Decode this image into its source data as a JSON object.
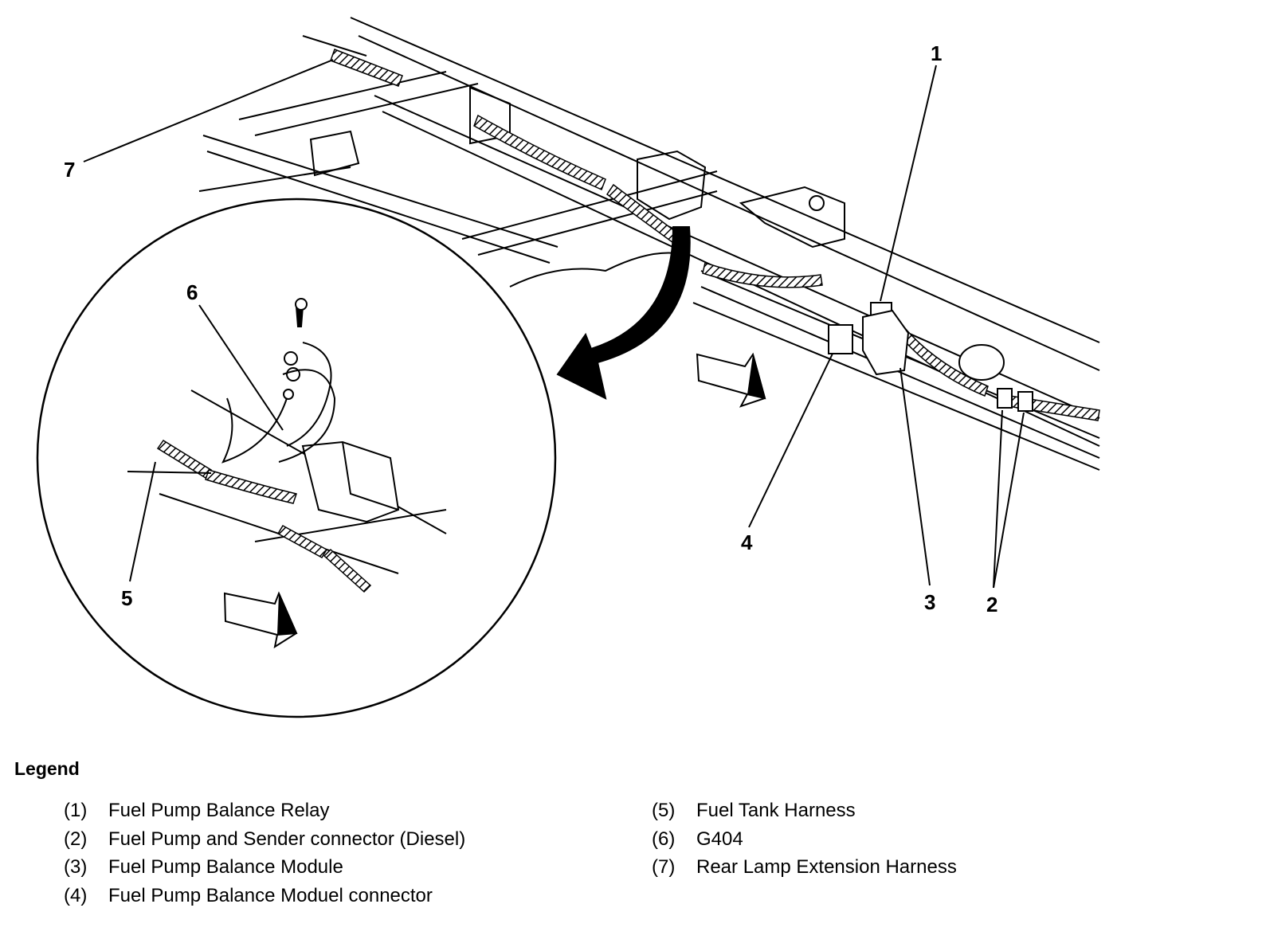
{
  "callouts": {
    "c1": "1",
    "c2": "2",
    "c3": "3",
    "c4": "4",
    "c5": "5",
    "c6": "6",
    "c7": "7"
  },
  "legend": {
    "title": "Legend",
    "left": [
      {
        "num": "(1)",
        "text": "Fuel Pump Balance Relay"
      },
      {
        "num": "(2)",
        "text": "Fuel Pump and Sender connector (Diesel)"
      },
      {
        "num": "(3)",
        "text": "Fuel Pump Balance Module"
      },
      {
        "num": "(4)",
        "text": "Fuel Pump Balance Moduel connector"
      }
    ],
    "right": [
      {
        "num": "(5)",
        "text": "Fuel Tank Harness"
      },
      {
        "num": "(6)",
        "text": "G404"
      },
      {
        "num": "(7)",
        "text": "Rear Lamp Extension Harness"
      }
    ]
  }
}
